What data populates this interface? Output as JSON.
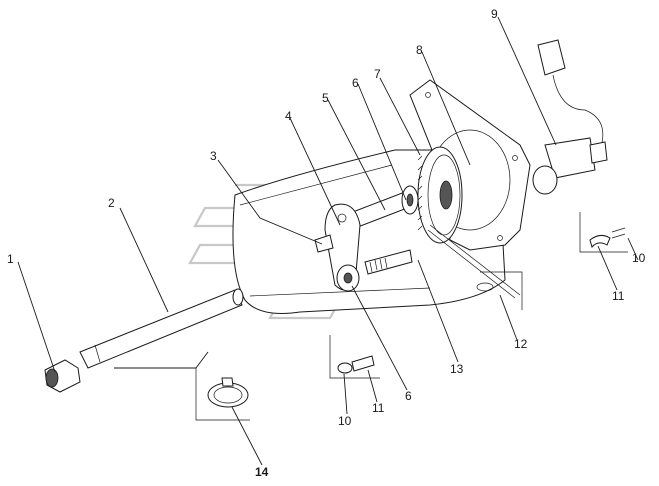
{
  "diagram": {
    "callouts": [
      {
        "id": "c1",
        "label": "1"
      },
      {
        "id": "c2",
        "label": "2"
      },
      {
        "id": "c3",
        "label": "3"
      },
      {
        "id": "c4",
        "label": "4"
      },
      {
        "id": "c5",
        "label": "5"
      },
      {
        "id": "c6a",
        "label": "6"
      },
      {
        "id": "c7",
        "label": "7"
      },
      {
        "id": "c8",
        "label": "8"
      },
      {
        "id": "c9",
        "label": "9"
      },
      {
        "id": "c10a",
        "label": "10"
      },
      {
        "id": "c11a",
        "label": "11"
      },
      {
        "id": "c12",
        "label": "12"
      },
      {
        "id": "c13",
        "label": "13"
      },
      {
        "id": "c6b",
        "label": "6"
      },
      {
        "id": "c11b",
        "label": "11"
      },
      {
        "id": "c10b",
        "label": "10"
      },
      {
        "id": "c14",
        "label": "14"
      }
    ]
  },
  "colors": {
    "line": "#1a1a1a",
    "watermark": "#c8c8c8",
    "shade": "#dcdcdc"
  }
}
